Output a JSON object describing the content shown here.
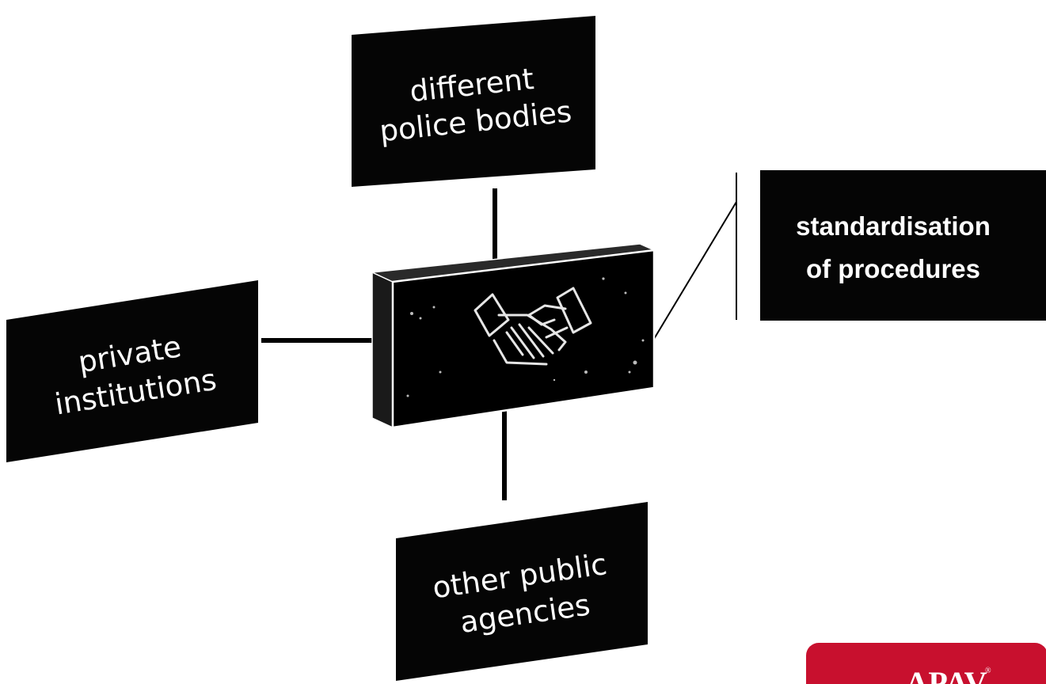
{
  "diagram": {
    "center": {
      "icon": "handshake-icon"
    },
    "nodes": {
      "top": {
        "line1": "different",
        "line2": "police bodies"
      },
      "left": {
        "line1": "private",
        "line2": "institutions"
      },
      "bottom": {
        "line1": "other public",
        "line2": "agencies"
      },
      "right": {
        "line1": "standardisation",
        "line2": "of procedures"
      }
    }
  },
  "logo": {
    "text": "APAV",
    "registered_mark": "®"
  },
  "colors": {
    "box": "#050505",
    "connector": "#000000",
    "logo_red": "#c8102e",
    "text": "#ffffff"
  }
}
